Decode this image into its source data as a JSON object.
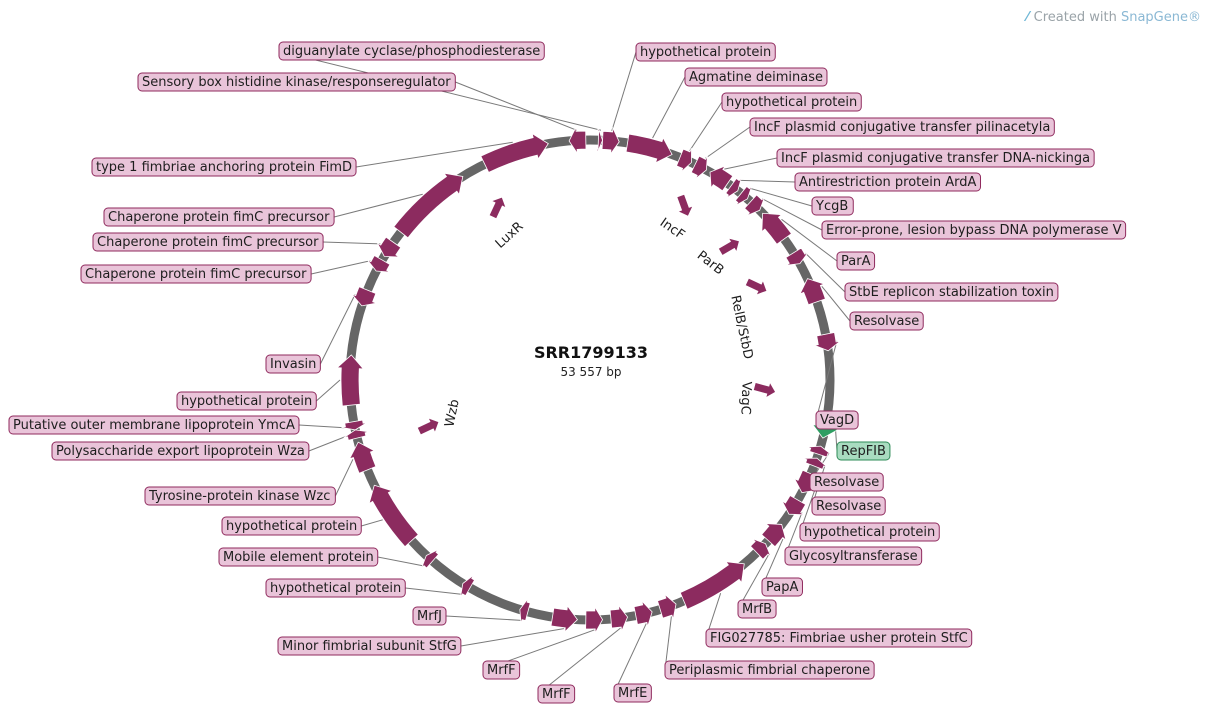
{
  "branding": {
    "prefix": "Created with",
    "product": "SnapGene®"
  },
  "plasmid": {
    "name": "SRR1799133",
    "length": "53 557 bp"
  },
  "colors": {
    "feature": "#8c2b5f",
    "origin": "#2e9e62",
    "backbone": "#666666",
    "label_fill": "#e9c4d9",
    "origin_label_fill": "#a9dcc0"
  },
  "features": [
    {
      "label": "hypothetical protein",
      "pos": 0.013
    },
    {
      "label": "Agmatine deiminase",
      "pos": 0.03
    },
    {
      "label": "hypothetical protein",
      "pos": 0.048
    },
    {
      "label": "IncF plasmid conjugative transfer pilinacetyla",
      "pos": 0.058
    },
    {
      "label": "IncF plasmid conjugative transfer DNA-nickinga",
      "pos": 0.087
    },
    {
      "label": "Antirestriction protein ArdA",
      "pos": 0.097
    },
    {
      "label": "YcgB",
      "pos": 0.113
    },
    {
      "label": "Error-prone, lesion bypass DNA polymerase V",
      "pos": 0.122
    },
    {
      "label": "ParA",
      "pos": 0.142
    },
    {
      "label": "StbE replicon stabilization toxin",
      "pos": 0.168
    },
    {
      "label": "Resolvase",
      "pos": 0.188
    },
    {
      "label": "VagD",
      "pos": 0.236
    },
    {
      "label": "RepFIB",
      "pos": 0.272,
      "origin": true
    },
    {
      "label": "Resolvase",
      "pos": 0.294
    },
    {
      "label": "Resolvase",
      "pos": 0.302
    },
    {
      "label": "hypothetical protein",
      "pos": 0.325
    },
    {
      "label": "Glycosyltransferase",
      "pos": 0.33
    },
    {
      "label": "PapA",
      "pos": 0.373
    },
    {
      "label": "MrfB",
      "pos": 0.385
    },
    {
      "label": "FIG027785: Fimbriae usher protein StfC",
      "pos": 0.412
    },
    {
      "label": "Periplasmic fimbrial chaperone",
      "pos": 0.452
    },
    {
      "label": "MrfE",
      "pos": 0.478
    },
    {
      "label": "MrfF",
      "pos": 0.5
    },
    {
      "label": "MrfF",
      "pos": 0.522
    },
    {
      "label": "Minor fimbrial subunit StfG",
      "pos": 0.545
    },
    {
      "label": "MrfJ",
      "pos": 0.562
    },
    {
      "label": "hypothetical protein",
      "pos": 0.59
    },
    {
      "label": "Mobile element protein",
      "pos": 0.612
    },
    {
      "label": "hypothetical protein",
      "pos": 0.642
    },
    {
      "label": "Tyrosine-protein kinase Wzc",
      "pos": 0.664
    },
    {
      "label": "Polysaccharide export lipoprotein Wza",
      "pos": 0.702
    },
    {
      "label": "Putative outer membrane lipoprotein YmcA",
      "pos": 0.72
    },
    {
      "label": "hypothetical protein",
      "pos": 0.725
    },
    {
      "label": "Invasin",
      "pos": 0.75
    },
    {
      "label": "Chaperone protein fimC precursor",
      "pos": 0.808
    },
    {
      "label": "Chaperone protein fimC precursor",
      "pos": 0.83
    },
    {
      "label": "Chaperone protein fimC precursor",
      "pos": 0.84
    },
    {
      "label": "type 1 fimbriae anchoring protein FimD",
      "pos": 0.87
    },
    {
      "label": "Sensory box histidine kinase/responseregulator",
      "pos": 0.935
    },
    {
      "label": "diguanylate cyclase/phosphodiesterase",
      "pos": 0.99
    }
  ],
  "inner_features": [
    {
      "label": "LuxR"
    },
    {
      "label": "IncF"
    },
    {
      "label": "ParB"
    },
    {
      "label": "RelB/StbD"
    },
    {
      "label": "VagC"
    },
    {
      "label": "Wzb"
    }
  ]
}
